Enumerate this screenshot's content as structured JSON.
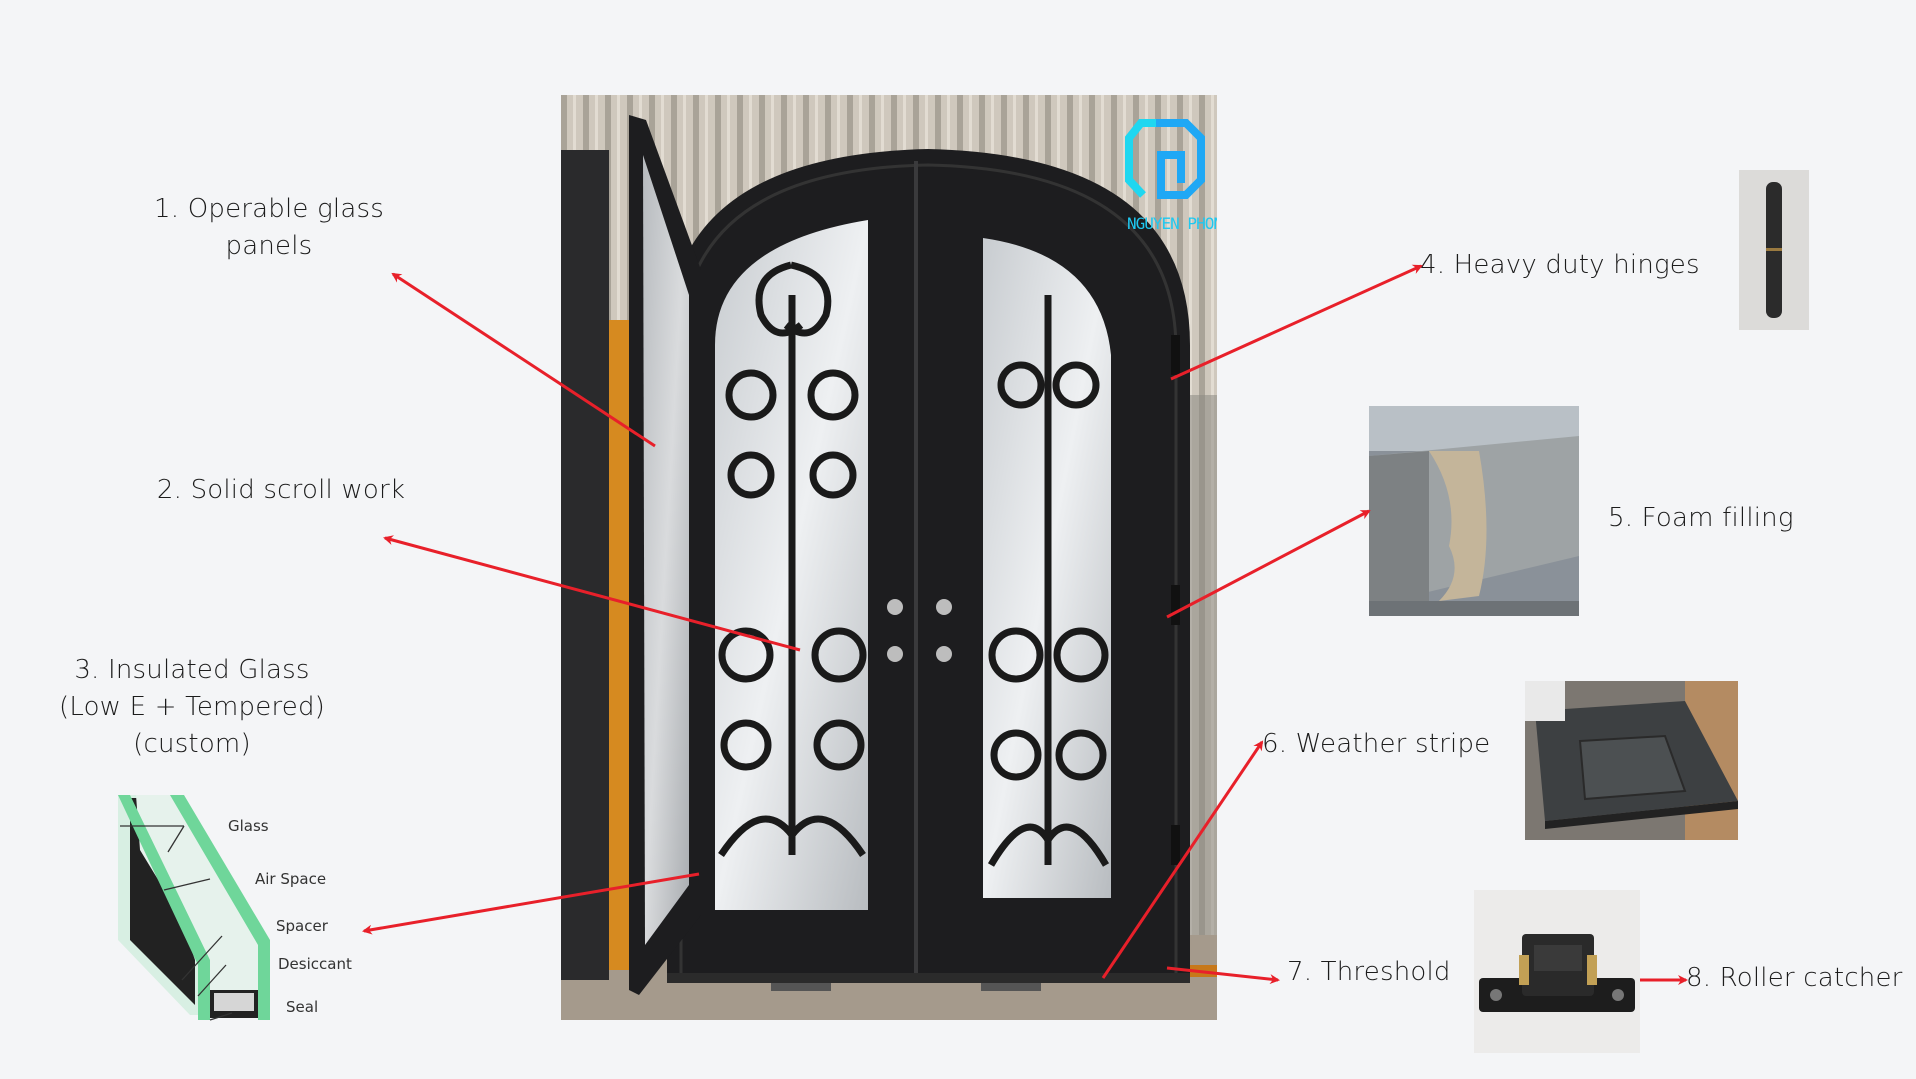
{
  "features": [
    {
      "label_lines": [
        "1.  Operable glass",
        "panels"
      ]
    },
    {
      "label_lines": [
        "2. Solid scroll work"
      ]
    },
    {
      "label_lines": [
        "3. Insulated Glass",
        "(Low E + Tempered)",
        "(custom)"
      ]
    },
    {
      "label_lines": [
        "4. Heavy duty hinges"
      ]
    },
    {
      "label_lines": [
        "5. Foam filling"
      ]
    },
    {
      "label_lines": [
        "6. Weather stripe"
      ]
    },
    {
      "label_lines": [
        "7. Threshold"
      ]
    },
    {
      "label_lines": [
        "8. Roller catcher"
      ]
    }
  ],
  "glass_diagram": {
    "labels": [
      "Glass",
      "Air Space",
      "Spacer",
      "Desiccant",
      "Seal"
    ]
  },
  "logo": {
    "text": "NGUYEN PHONG"
  },
  "colors": {
    "arrow": "#e8202a",
    "background": "#f4f5f7",
    "door": "#1d1d1f",
    "logo": "#1fc8f0",
    "glass_edge": "#6fd69a"
  }
}
